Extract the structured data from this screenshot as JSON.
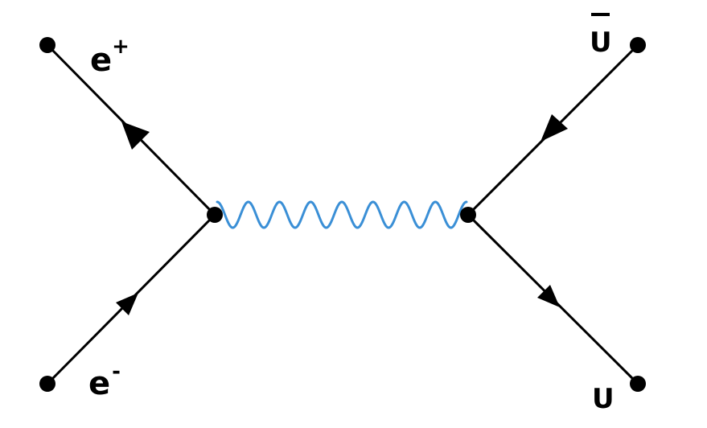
{
  "diagram": {
    "particles": {
      "positron": {
        "symbol": "e",
        "charge": "+"
      },
      "electron": {
        "symbol": "e",
        "charge": "-"
      },
      "antiquark": {
        "symbol": "U",
        "bar": true
      },
      "quark": {
        "symbol": "U"
      }
    },
    "colors": {
      "fermion_line": "#000000",
      "boson_line": "#3a8fd6",
      "vertex": "#000000"
    }
  }
}
